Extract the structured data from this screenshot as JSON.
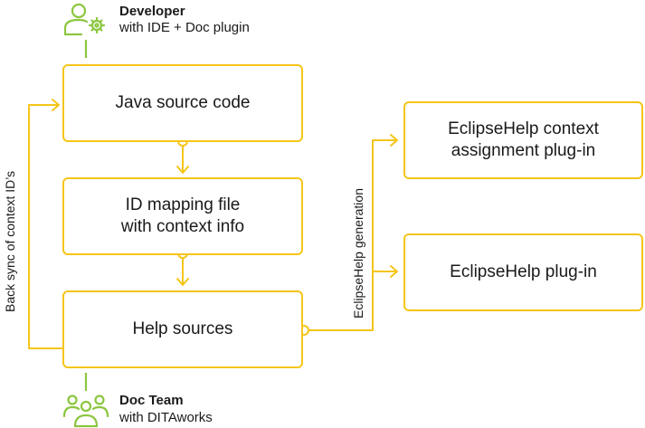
{
  "developer": {
    "title": "Developer",
    "subtitle": "with IDE + Doc plugin",
    "icon": "developer-gear-icon"
  },
  "doc_team": {
    "title": "Doc Team",
    "subtitle": "with DITAworks",
    "icon": "team-group-icon"
  },
  "nodes": {
    "java_source": "Java source code",
    "id_mapping": "ID mapping file\nwith context info",
    "help_sources": "Help sources",
    "context_plugin": "EclipseHelp context\nassignment plug-in",
    "eclipse_plugin": "EclipseHelp plug-in"
  },
  "edge_labels": {
    "back_sync": "Back sync of context ID’s",
    "generation": "EclipseHelp generation"
  },
  "colors": {
    "box_border": "#f5c518",
    "icon_green": "#8cc63f"
  }
}
